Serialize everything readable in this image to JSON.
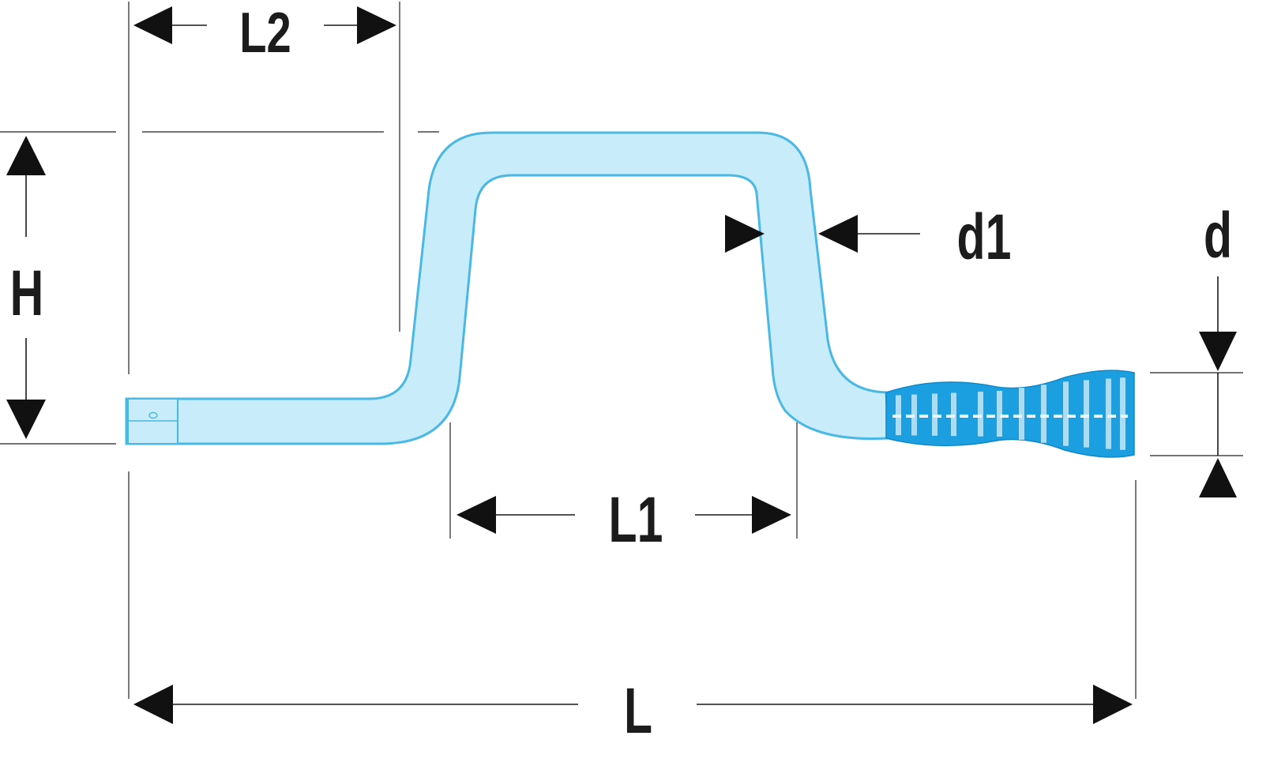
{
  "diagram": {
    "labels": {
      "L2": "L2",
      "H": "H",
      "d1": "d1",
      "d": "d",
      "L1": "L1",
      "L": "L"
    },
    "colors": {
      "bar_fill": "#c8ecfa",
      "bar_outline": "#4ab8e4",
      "handle_fill": "#1b9fe0",
      "handle_stripe": "#a8ddf5",
      "handle_dash": "#e8f7ff",
      "line": "#1a1a1a"
    },
    "icons": {
      "square_drive": "square-drive-end",
      "handle": "grip-handle"
    }
  }
}
